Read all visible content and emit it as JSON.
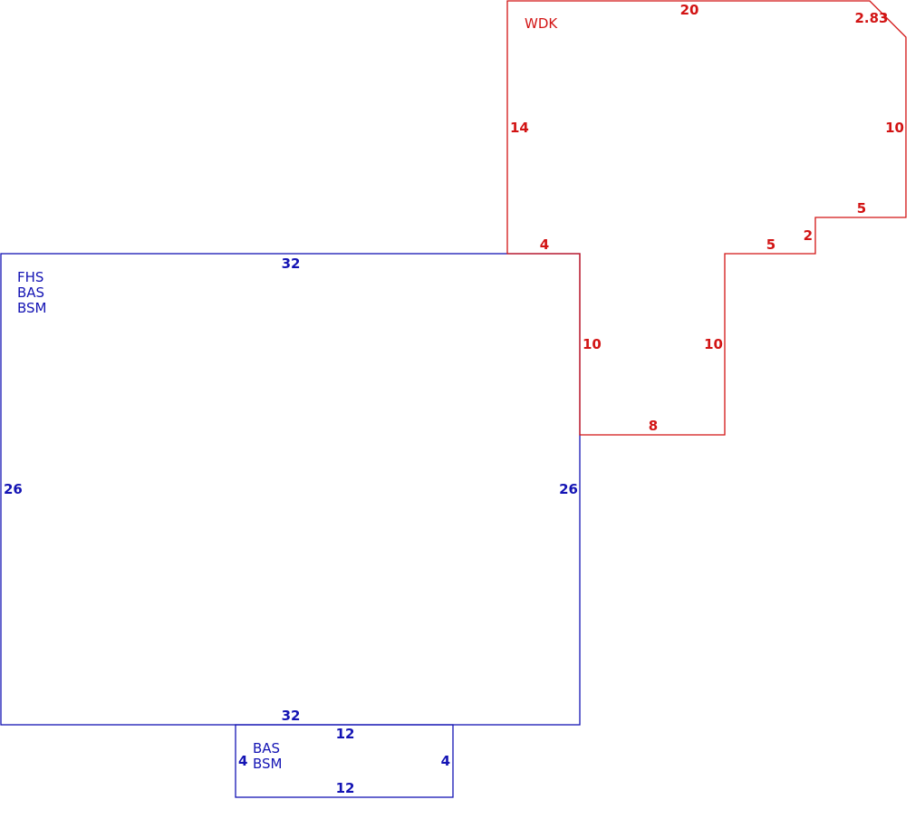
{
  "colors": {
    "blue": "#1414b4",
    "red": "#d21414"
  },
  "areas": {
    "main": {
      "codes": [
        "FHS",
        "BAS",
        "BSM"
      ],
      "top": "32",
      "bottom": "32",
      "left": "26",
      "right": "26"
    },
    "bump": {
      "codes": [
        "BAS",
        "BSM"
      ],
      "top": "12",
      "bottom": "12",
      "left": "4",
      "right": "4"
    },
    "deck": {
      "code": "WDK",
      "top": "20",
      "diagonal": "2.83",
      "right": "10",
      "step_top": "5",
      "step_side": "2",
      "step_lower": "5",
      "inner_right": "10",
      "bottom": "8",
      "inner_left": "10",
      "left_ledge": "4",
      "left": "14"
    }
  }
}
